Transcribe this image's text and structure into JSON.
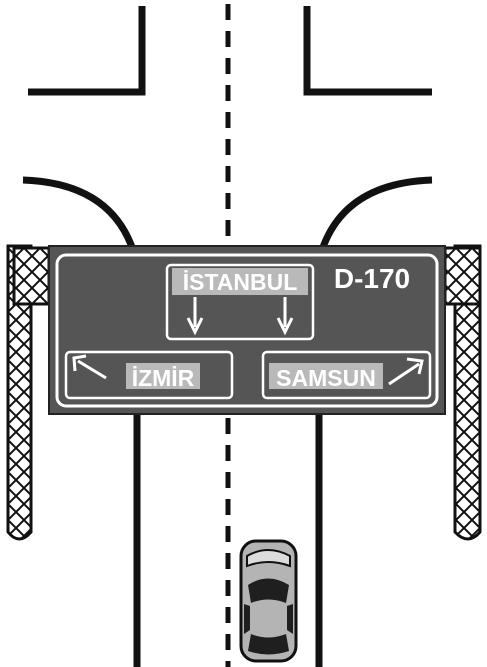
{
  "sign": {
    "route": "D-170",
    "straight": "İSTANBUL",
    "left": "İZMİR",
    "right": "SAMSUN"
  },
  "colors": {
    "sign_background": "#555555",
    "sign_border": "#ffffff",
    "label_highlight": "#b9b9b9",
    "road_line": "#111111",
    "car_body": "#b4b4b4",
    "car_glass": "#1f1f1f"
  }
}
